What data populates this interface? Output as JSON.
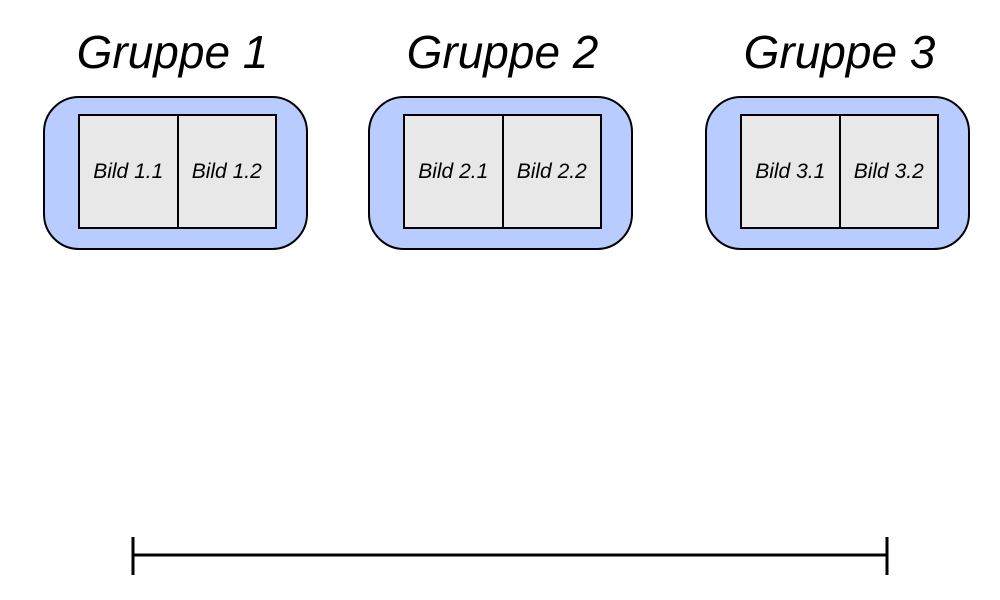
{
  "groups": [
    {
      "title": "Gruppe 1",
      "images": [
        "Bild 1.1",
        "Bild 1.2"
      ]
    },
    {
      "title": "Gruppe 2",
      "images": [
        "Bild 2.1",
        "Bild 2.2"
      ]
    },
    {
      "title": "Gruppe 3",
      "images": [
        "Bild 3.1",
        "Bild 3.2"
      ]
    }
  ],
  "colors": {
    "group_fill": "#b8ccff",
    "image_fill": "#e8e8e8",
    "stroke": "#000000"
  }
}
